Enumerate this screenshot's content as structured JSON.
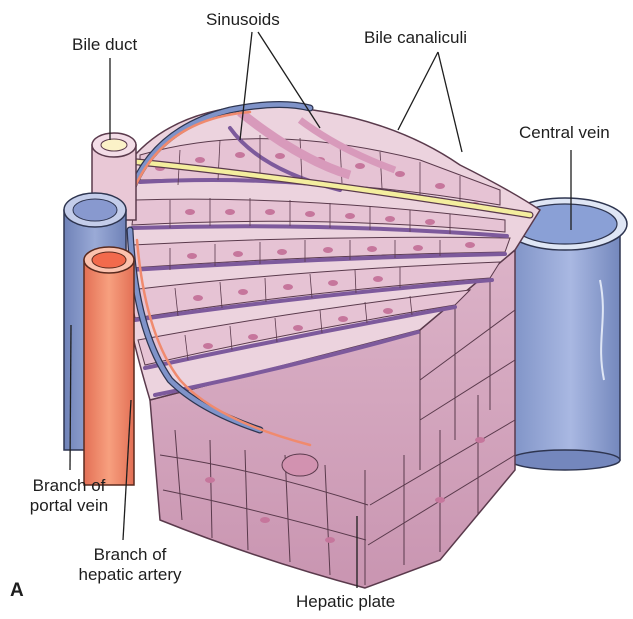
{
  "figure": {
    "panel_letter": "A",
    "labels": {
      "bile_duct": "Bile duct",
      "sinusoids": "Sinusoids",
      "bile_canaliculi": "Bile canaliculi",
      "central_vein": "Central vein",
      "portal_vein_line1": "Branch of",
      "portal_vein_line2": "portal vein",
      "hepatic_artery_line1": "Branch of",
      "hepatic_artery_line2": "hepatic artery",
      "hepatic_plate": "Hepatic plate"
    }
  },
  "colors": {
    "hepatocyte_fill": "#ecd3de",
    "hepatocyte_side": "#d9aec4",
    "hepatocyte_dark": "#c894ae",
    "nucleus": "#c6769c",
    "sinusoid": "#7d5a9c",
    "cell_outline": "#5a3a4c",
    "portal_vein": "#7f93c9",
    "hepatic_artery": "#f08a6e",
    "bile_canaliculus": "#f4ee9e",
    "central_vein": "#8fa6d9"
  }
}
